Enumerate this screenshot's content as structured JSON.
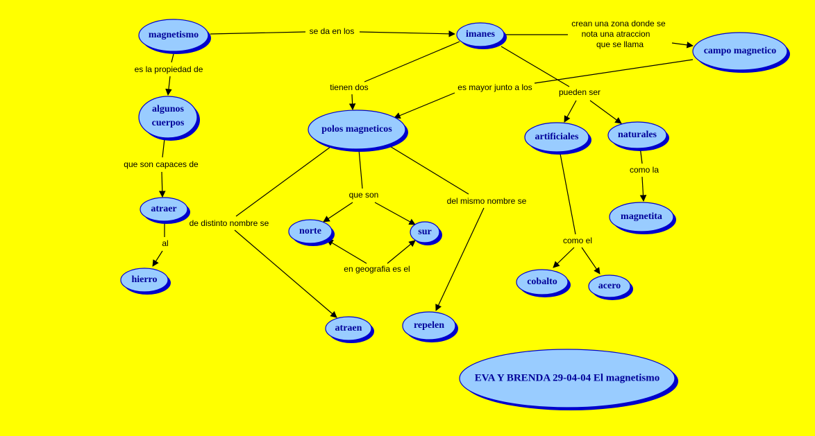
{
  "colors": {
    "background": "#ffff00",
    "node_fill": "#99ccff",
    "node_border": "#0000cc",
    "node_text": "#000099",
    "link": "#000000"
  },
  "concepts": {
    "magnetismo": "magnetismo",
    "imanes": "imanes",
    "campo_magnetico": "campo magnetico",
    "algunos_cuerpos": [
      "algunos",
      "cuerpos"
    ],
    "polos_magneticos": "polos magneticos",
    "artificiales": "artificiales",
    "naturales": "naturales",
    "atraer": "atraer",
    "hierro": "hierro",
    "norte": "norte",
    "sur": "sur",
    "magnetita": "magnetita",
    "cobalto": "cobalto",
    "acero": "acero",
    "atraen": "atraen",
    "repelen": "repelen",
    "title": "EVA Y BRENDA  29-04-04  El magnetismo"
  },
  "linking_phrases": {
    "se_da_en_los": "se da en los",
    "crean_zona": [
      "crean una zona donde se",
      "nota una atraccion",
      "que se llama"
    ],
    "es_la_propiedad_de": "es la propiedad de",
    "tienen_dos": "tienen  dos",
    "es_mayor_junto_a_los": "es mayor junto a los",
    "pueden_ser": "pueden ser",
    "que_son_capaces_de": "que son capaces de",
    "como_la": "como la",
    "que_son": "que son",
    "del_mismo_nombre_se": "del mismo nombre se",
    "de_distinto_nombre_se": "de distinto nombre se",
    "al": "al",
    "en_geografia_es_el": "en geografia es el",
    "como_el": "como el"
  }
}
